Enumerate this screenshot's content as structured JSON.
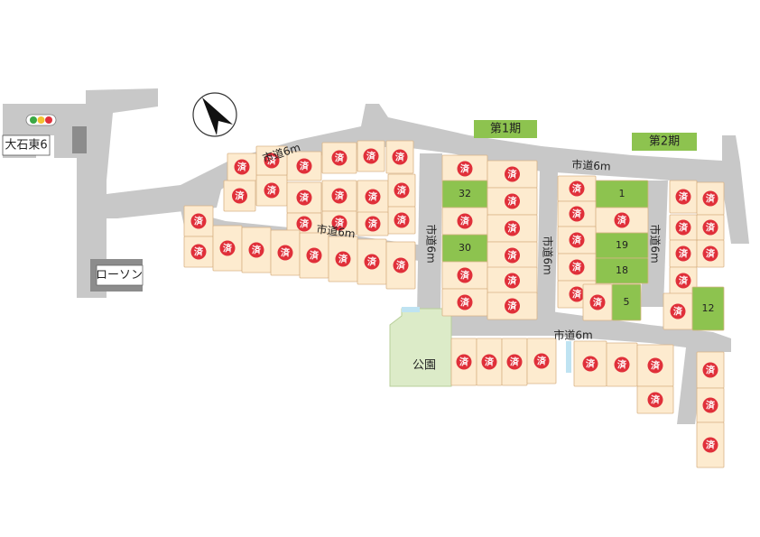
{
  "colors": {
    "road": "#c8c8c8",
    "lot_fill": "#fdebcf",
    "lot_stroke": "#d9b487",
    "available_fill": "#8dc34f",
    "sold_circle": "#e0303a",
    "phase_label_bg": "#8dc34f",
    "park_fill": "#dcebc8",
    "store_fill": "#8c8c8c"
  },
  "labels": {
    "phase1": "第1期",
    "phase2": "第2期",
    "park": "公園",
    "store": "ローソン",
    "intersection": "大石東6"
  },
  "roads": {
    "top": "市道6m",
    "middle": "市道6m",
    "bottom": "市道6m",
    "vertical_1": "市道6m",
    "vertical_2": "市道6m",
    "vertical_3": "市道6m"
  },
  "sold_mark": "済",
  "available_lots": [
    "32",
    "30",
    "1",
    "19",
    "18",
    "5",
    "12"
  ],
  "icons": {
    "north_arrow": "north-arrow-icon",
    "traffic_light": "traffic-light-icon"
  }
}
